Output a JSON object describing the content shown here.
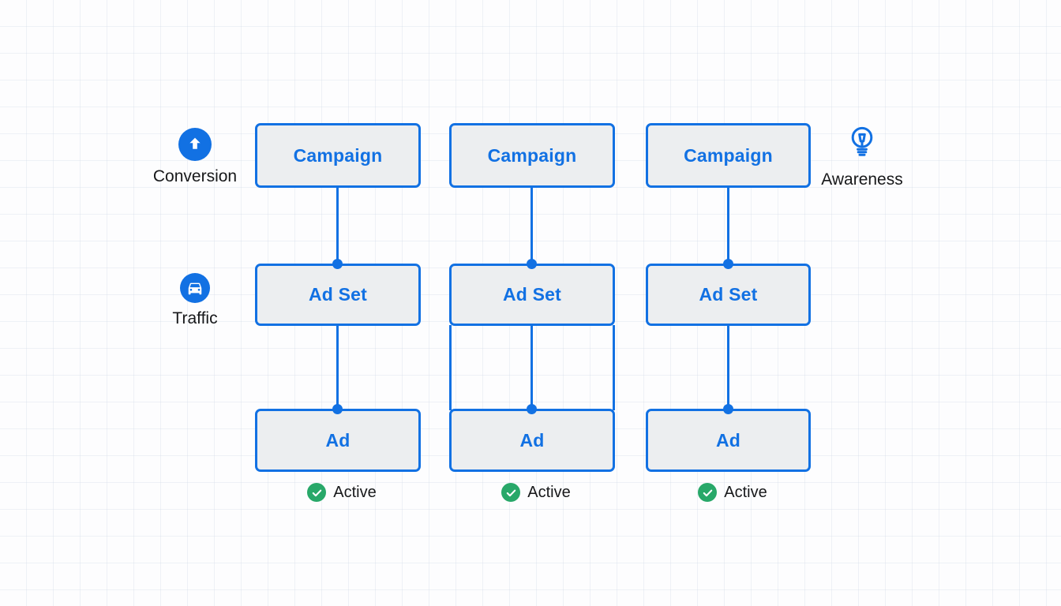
{
  "diagram": {
    "objectives": {
      "conversion": {
        "label": "Conversion",
        "icon": "arrow-up-icon"
      },
      "traffic": {
        "label": "Traffic",
        "icon": "car-icon"
      },
      "awareness": {
        "label": "Awareness",
        "icon": "lightbulb-icon"
      }
    },
    "columns": [
      {
        "campaign_label": "Campaign",
        "ad_set_label": "Ad Set",
        "ad_label": "Ad",
        "status_label": "Active"
      },
      {
        "campaign_label": "Campaign",
        "ad_set_label": "Ad Set",
        "ad_label": "Ad",
        "status_label": "Active"
      },
      {
        "campaign_label": "Campaign",
        "ad_set_label": "Ad Set",
        "ad_label": "Ad",
        "status_label": "Active"
      }
    ],
    "colors": {
      "primary_blue": "#1271e3",
      "node_fill": "#eceef0",
      "status_green": "#28a869",
      "label_dark": "#17181a"
    }
  }
}
